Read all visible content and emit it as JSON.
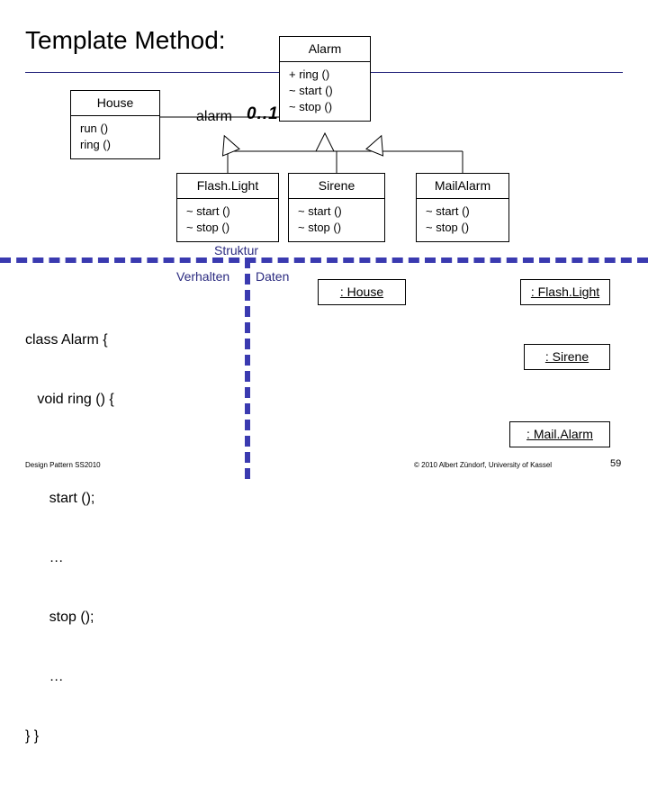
{
  "slide": {
    "title": "Template Method:",
    "footer_left": "Design Pattern SS2010",
    "footer_center": "© 2010 Albert Zündorf, University of Kassel",
    "page_number": "59"
  },
  "regions": {
    "struktur": "Struktur",
    "verhalten": "Verhalten",
    "daten": "Daten"
  },
  "association": {
    "role": "alarm",
    "multiplicity": "0..1"
  },
  "classes": [
    {
      "name": "House",
      "operations": [
        "run ()",
        "ring ()"
      ]
    },
    {
      "name": "Alarm",
      "operations": [
        "+ ring ()",
        "~ start ()",
        "~ stop ()"
      ]
    },
    {
      "name": "Flash.Light",
      "operations": [
        "~ start ()",
        "~ stop ()"
      ]
    },
    {
      "name": "Sirene",
      "operations": [
        "~ start ()",
        "~ stop ()"
      ]
    },
    {
      "name": "MailAlarm",
      "operations": [
        "~ start ()",
        "~ stop ()"
      ]
    }
  ],
  "code": {
    "lines": [
      "class Alarm {",
      "   void ring () {",
      "",
      "      start ();",
      "      …",
      "      stop ();",
      "      …",
      "} }"
    ]
  },
  "objects": [
    {
      "label": ": House"
    },
    {
      "label": ": Flash.Light"
    },
    {
      "label": ": Sirene"
    },
    {
      "label": ": Mail.Alarm"
    }
  ],
  "colors": {
    "accent_blue": "#3a3ab0",
    "rule_blue": "#2b2b80",
    "line_black": "#000000",
    "background": "#ffffff"
  }
}
